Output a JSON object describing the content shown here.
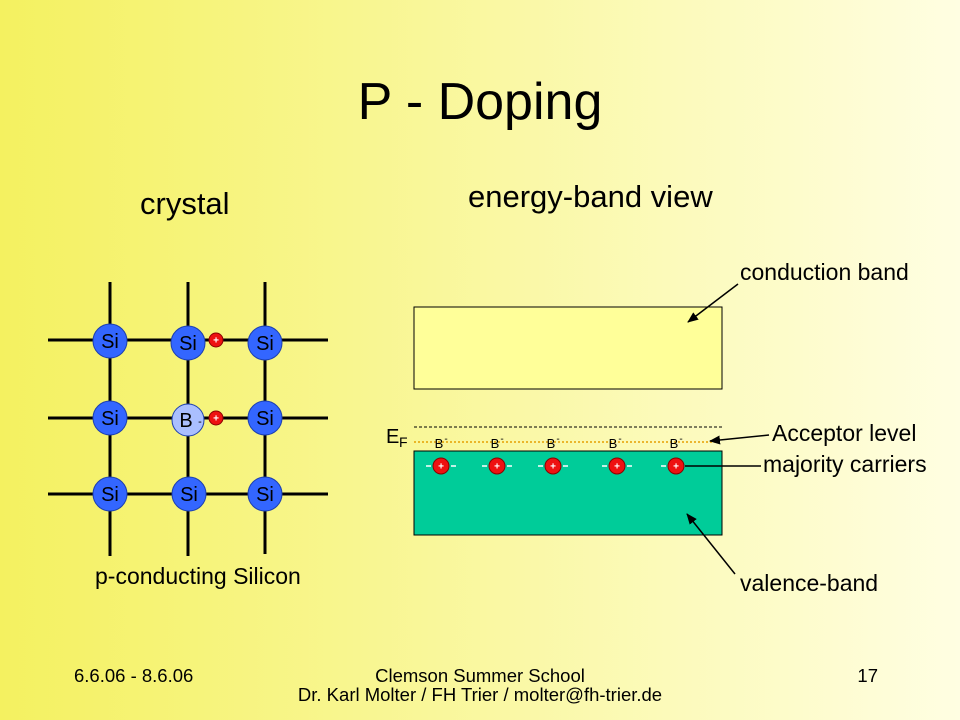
{
  "slide": {
    "title": "P - Doping",
    "footer": {
      "date": "6.6.06 - 8.6.06",
      "event": "Clemson Summer School",
      "author": "Dr. Karl Molter / FH Trier / molter@fh-trier.de",
      "page_number": "17"
    }
  },
  "crystal": {
    "heading": "crystal",
    "caption": "p-conducting Silicon",
    "lattice": [
      [
        "Si",
        "Si",
        "Si"
      ],
      [
        "Si",
        "B",
        "Si"
      ],
      [
        "Si",
        "Si",
        "Si"
      ]
    ],
    "dopant_charge": "-",
    "holes": [
      {
        "sign": "+"
      },
      {
        "sign": "+"
      }
    ]
  },
  "band_view": {
    "heading": "energy-band view",
    "conduction_band_label": "conduction band",
    "acceptor_level_label": "Acceptor level",
    "majority_carriers_label": "majority carriers",
    "valence_band_label": "valence-band",
    "fermi_level": {
      "symbol": "E",
      "subscript": "F"
    },
    "acceptors": [
      {
        "symbol": "B",
        "charge": "-"
      },
      {
        "symbol": "B",
        "charge": "-"
      },
      {
        "symbol": "B",
        "charge": "-"
      },
      {
        "symbol": "B",
        "charge": "-"
      },
      {
        "symbol": "B",
        "charge": "-"
      }
    ],
    "holes": [
      {
        "sign": "+"
      },
      {
        "sign": "+"
      },
      {
        "sign": "+"
      },
      {
        "sign": "+"
      },
      {
        "sign": "+"
      }
    ]
  },
  "colors": {
    "background_left": "#f4f160",
    "background_mid": "#f9f79a",
    "background_right": "#fffee2",
    "silicon_atom": "#3366ff",
    "boron_atom": "#aabfff",
    "hole": "#ee1111",
    "conduction_band": "#ffff99",
    "valence_band": "#00cc99",
    "acceptor_level": "#e6a000"
  }
}
